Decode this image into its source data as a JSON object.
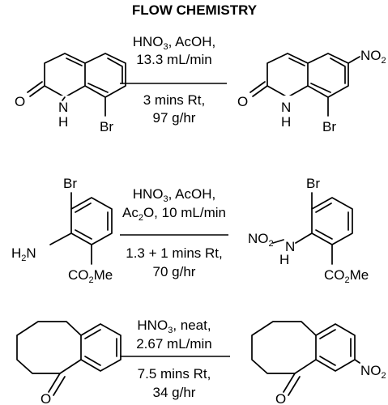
{
  "title": "FLOW CHEMISTRY",
  "reactions": [
    {
      "conditions_above": [
        "HNO3, AcOH,",
        "13.3 mL/min"
      ],
      "conditions_below": [
        "3 mins Rt,",
        "97 g/hr"
      ],
      "starting_material": {
        "labels": [
          "O",
          "N",
          "H",
          "Br"
        ]
      },
      "product": {
        "labels": [
          "O",
          "N",
          "H",
          "Br",
          "NO2"
        ]
      }
    },
    {
      "conditions_above": [
        "HNO3, AcOH,",
        "Ac2O, 10 mL/min"
      ],
      "conditions_below": [
        "1.3 + 1 mins Rt,",
        "70 g/hr"
      ],
      "starting_material": {
        "labels": [
          "Br",
          "H2N",
          "CO2Me"
        ]
      },
      "product": {
        "labels": [
          "Br",
          "NO2",
          "N",
          "H",
          "CO2Me"
        ]
      }
    },
    {
      "conditions_above": [
        "HNO3, neat,",
        "2.67 mL/min"
      ],
      "conditions_below": [
        "7.5 mins Rt,",
        "34 g/hr"
      ],
      "starting_material": {
        "labels": [
          "O"
        ]
      },
      "product": {
        "labels": [
          "O",
          "NO2"
        ]
      }
    }
  ]
}
